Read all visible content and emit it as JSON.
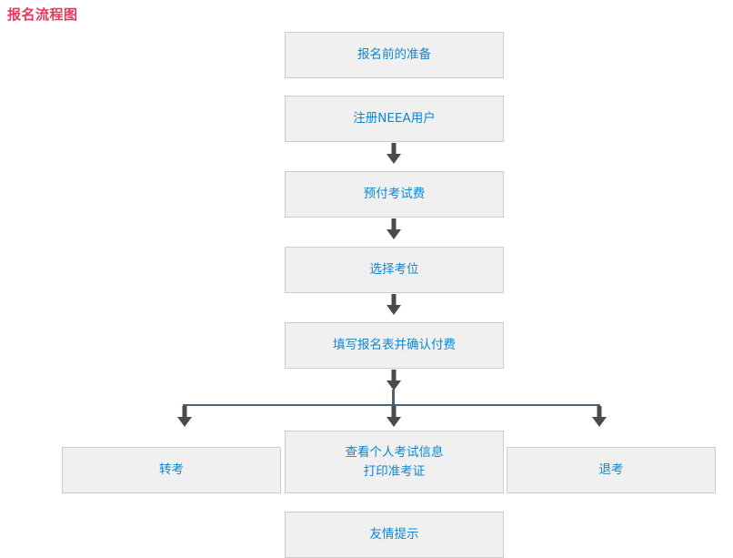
{
  "page": {
    "title": "报名流程图",
    "title_color": "#e8365d",
    "node_fill": "#f0f0f0",
    "node_border": "#cccccc",
    "node_text_color": "#0f87d1",
    "connector_color": "#4f6272",
    "arrow_color": "#4b4b4b"
  },
  "flow": {
    "steps": [
      {
        "id": "prepare",
        "label": "报名前的准备"
      },
      {
        "id": "register",
        "label": "注册NEEA用户"
      },
      {
        "id": "prepay",
        "label": "预付考试费"
      },
      {
        "id": "seat",
        "label": "选择考位"
      },
      {
        "id": "form",
        "label": "填写报名表并确认付费"
      }
    ],
    "branches": [
      {
        "id": "transfer",
        "label": "转考"
      },
      {
        "id": "view",
        "label": "查看个人考试信息\n打印准考证"
      },
      {
        "id": "refund",
        "label": "退考"
      }
    ],
    "footer": {
      "id": "tips",
      "label": "友情提示"
    }
  },
  "icons": {
    "arrow_down": "arrow-down-icon"
  }
}
